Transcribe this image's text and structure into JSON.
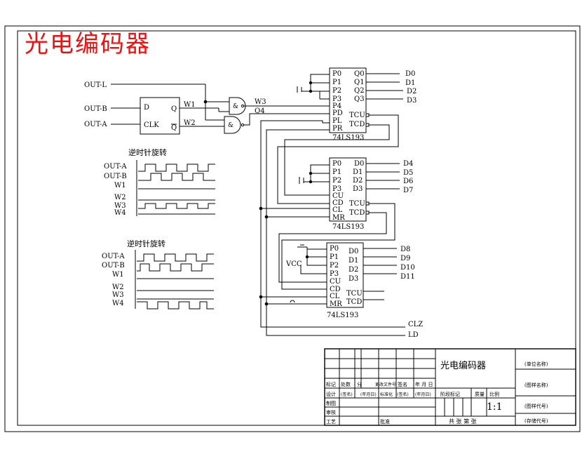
{
  "title": {
    "text": "光电编码器",
    "color": "#ee1111"
  },
  "signals": {
    "out_l": "OUT-L",
    "out_b": "OUT-B",
    "out_a": "OUT-A",
    "w1": "W1",
    "w2": "W2",
    "w3": "W3",
    "q4": "Q4",
    "clz": "CLZ",
    "ld": "LD",
    "vcc": "VCC"
  },
  "flipflop": {
    "d": "D",
    "q": "Q",
    "clk": "CLK",
    "qbar": "Q"
  },
  "gates": {
    "and1": "&",
    "and2": "&"
  },
  "counter1": {
    "left_pins": [
      "P0",
      "P1",
      "P2",
      "P3",
      "P4",
      "PD",
      "PL",
      "PR"
    ],
    "right_pins": [
      "Q0",
      "Q1",
      "Q2",
      "Q3",
      "TCU",
      "TCD"
    ],
    "outputs": [
      "D0",
      "D1",
      "D2",
      "D3"
    ],
    "name": "74LS193"
  },
  "counter2": {
    "left_pins": [
      "P0",
      "P1",
      "P2",
      "P3",
      "CU",
      "CD",
      "CL",
      "MR"
    ],
    "right_pins": [
      "D0",
      "D1",
      "D2",
      "D3",
      "TCU",
      "TCD"
    ],
    "outputs": [
      "D4",
      "D5",
      "D6",
      "D7"
    ],
    "name": "74LS193"
  },
  "counter3": {
    "left_pins": [
      "P0",
      "P1",
      "P2",
      "P3",
      "CU",
      "CD",
      "CL",
      "MR"
    ],
    "right_pins": [
      "D0",
      "D1",
      "D2",
      "D3",
      "TCU",
      "TCD"
    ],
    "outputs": [
      "D8",
      "D9",
      "D10",
      "D11"
    ],
    "name": "74LS193"
  },
  "timing1": {
    "title": "逆时针旋转",
    "rows": [
      "OUT-A",
      "OUT-B",
      "W1",
      "W2",
      "W3",
      "W4"
    ]
  },
  "timing2": {
    "title": "逆时针旋转",
    "rows": [
      "OUT-A",
      "OUT-B",
      "W1",
      "W2",
      "W3",
      "W4"
    ]
  },
  "titleblock": {
    "name": "光电编码器",
    "unit_name": "(单位名称)",
    "drawing_name": "(图样名称)",
    "drawing_code": "(图样代号)",
    "storage_code": "(存储代号)",
    "r1": [
      "标记",
      "处数",
      "分",
      "更改文件号",
      "签名",
      "年 月 日"
    ],
    "r2": [
      "设计",
      "(签名)",
      "(年月日)",
      "标准化",
      "(签名)",
      "(年月日)"
    ],
    "r2_right": [
      "阶段标记",
      "质量",
      "比例"
    ],
    "scale": "1:1",
    "r3": "审核",
    "r3b": "制图",
    "r4": [
      "工艺",
      "批准"
    ],
    "sheets": "共 张    第 张"
  }
}
